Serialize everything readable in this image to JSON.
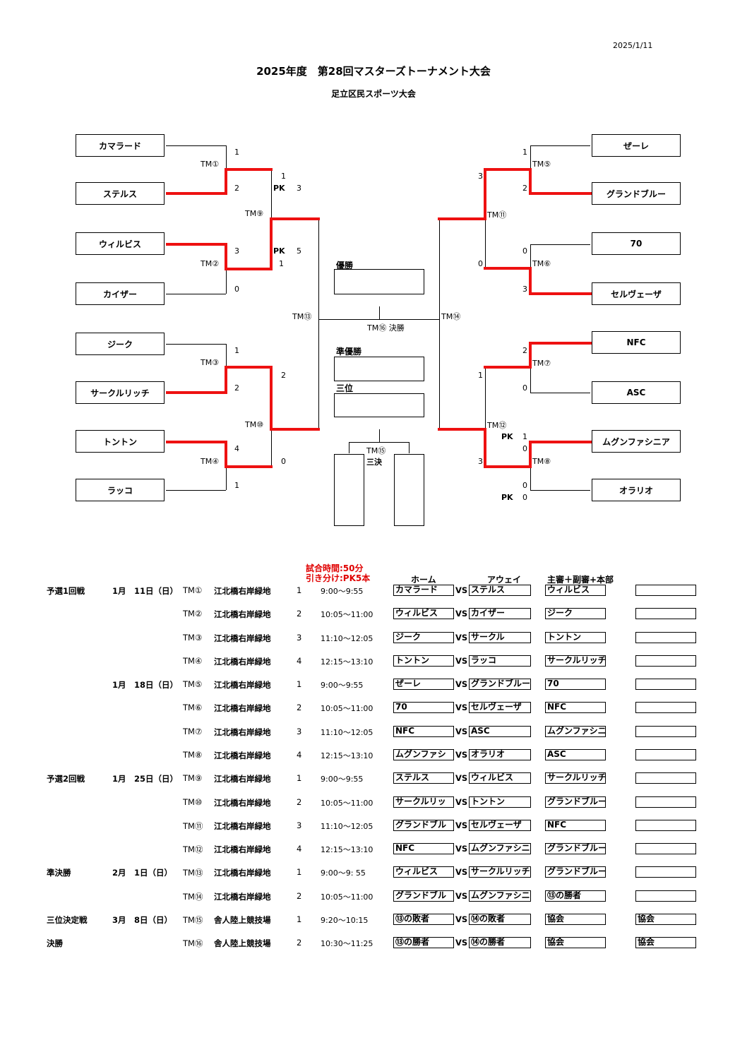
{
  "date": "2025/1/11",
  "title": "2025年度　第28回マスターズトーナメント大会",
  "subtitle": "足立区民スポーツ大会",
  "teams": {
    "t1": "カマラード",
    "t2": "ステルス",
    "t3": "ウィルビス",
    "t4": "カイザー",
    "t5": "ジーク",
    "t6": "サークルリッチ",
    "t7": "トントン",
    "t8": "ラッコ",
    "t9": "ぜーレ",
    "t10": "グランドブルー",
    "t11": "70",
    "t12": "セルヴェーザ",
    "t13": "NFC",
    "t14": "ASC",
    "t15": "ムグンファシニア",
    "t16": "オラリオ"
  },
  "matches": {
    "m1": "TM①",
    "m2": "TM②",
    "m3": "TM③",
    "m4": "TM④",
    "m5": "TM⑤",
    "m6": "TM⑥",
    "m7": "TM⑦",
    "m8": "TM⑧",
    "m9": "TM⑨",
    "m10": "TM⑩",
    "m11": "TM⑪",
    "m12": "TM⑫",
    "m13": "TM⑬",
    "m14": "TM⑭",
    "m16": "TM⑯ 決勝",
    "m15": "TM⑮",
    "m15b": "三決"
  },
  "scores": {
    "s1a": "1",
    "s1b": "2",
    "s2a": "3",
    "s2b": "0",
    "s3a": "1",
    "s3b": "2",
    "s4a": "4",
    "s4b": "1",
    "s9a": "1",
    "pk9a": "PK",
    "pk9av": "3",
    "pk9b": "PK",
    "pk9bv": "5",
    "s9b": "1",
    "s10a": "2",
    "s10b": "0",
    "s5a": "1",
    "s5b": "2",
    "s6a": "0",
    "s6b": "3",
    "s7a": "2",
    "s7b": "0",
    "s8pk": "PK",
    "s8pkv": "1",
    "s8a": "0",
    "s8b": "0",
    "s8pk2": "PK",
    "s8pk2v": "0",
    "s11a": "3",
    "s11b": "0",
    "s12a": "1",
    "s12b": "3"
  },
  "results": {
    "champion": "優勝",
    "runner_up": "準優勝",
    "third": "三位"
  },
  "schedule_note": {
    "line1": "試合時間:50分",
    "line2": "引き分け:PK5本"
  },
  "schedule_headers": {
    "home": "ホーム",
    "away": "アウェイ",
    "ref": "主審＋副審+本部"
  },
  "vs": "VS",
  "schedule": [
    {
      "round": "予選1回戦",
      "date": "1月　11日（日）",
      "match": "TM①",
      "venue": "江北橋右岸緑地",
      "court": "1",
      "time": "9:00～9:55",
      "home": "カマラード",
      "away": "ステルス",
      "ref": "ウィルビス",
      "extra": ""
    },
    {
      "round": "",
      "date": "",
      "match": "TM②",
      "venue": "江北橋右岸緑地",
      "court": "2",
      "time": "10:05～11:00",
      "home": "ウィルビス",
      "away": "カイザー",
      "ref": "ジーク",
      "extra": ""
    },
    {
      "round": "",
      "date": "",
      "match": "TM③",
      "venue": "江北橋右岸緑地",
      "court": "3",
      "time": "11:10～12:05",
      "home": "ジーク",
      "away": "サークル",
      "ref": "トントン",
      "extra": ""
    },
    {
      "round": "",
      "date": "",
      "match": "TM④",
      "venue": "江北橋右岸緑地",
      "court": "4",
      "time": "12:15～13:10",
      "home": "トントン",
      "away": "ラッコ",
      "ref": "サークルリッチ",
      "extra": ""
    },
    {
      "round": "",
      "date": "1月　18日（日）",
      "match": "TM⑤",
      "venue": "江北橋右岸緑地",
      "court": "1",
      "time": "9:00～9:55",
      "home": "ぜーレ",
      "away": "グランドブルー",
      "ref": "70",
      "extra": ""
    },
    {
      "round": "",
      "date": "",
      "match": "TM⑥",
      "venue": "江北橋右岸緑地",
      "court": "2",
      "time": "10:05～11:00",
      "home": "70",
      "away": "セルヴェーザ",
      "ref": "NFC",
      "extra": ""
    },
    {
      "round": "",
      "date": "",
      "match": "TM⑦",
      "venue": "江北橋右岸緑地",
      "court": "3",
      "time": "11:10～12:05",
      "home": "NFC",
      "away": "ASC",
      "ref": "ムグンファシニア",
      "extra": ""
    },
    {
      "round": "",
      "date": "",
      "match": "TM⑧",
      "venue": "江北橋右岸緑地",
      "court": "4",
      "time": "12:15～13:10",
      "home": "ムグンファシ",
      "away": "オラリオ",
      "ref": "ASC",
      "extra": ""
    },
    {
      "round": "予選2回戦",
      "date": "1月　25日（日）",
      "match": "TM⑨",
      "venue": "江北橋右岸緑地",
      "court": "1",
      "time": "9:00～9:55",
      "home": "ステルス",
      "away": "ウィルビス",
      "ref": "サークルリッチ",
      "extra": ""
    },
    {
      "round": "",
      "date": "",
      "match": "TM⑩",
      "venue": "江北橋右岸緑地",
      "court": "2",
      "time": "10:05～11:00",
      "home": "サークルリッ",
      "away": "トントン",
      "ref": "グランドブルー",
      "extra": ""
    },
    {
      "round": "",
      "date": "",
      "match": "TM⑪",
      "venue": "江北橋右岸緑地",
      "court": "3",
      "time": "11:10～12:05",
      "home": "グランドブル",
      "away": "セルヴェーザ",
      "ref": "NFC",
      "extra": ""
    },
    {
      "round": "",
      "date": "",
      "match": "TM⑫",
      "venue": "江北橋右岸緑地",
      "court": "4",
      "time": "12:15～13:10",
      "home": "NFC",
      "away": "ムグンファシニア",
      "ref": "グランドブルー",
      "extra": ""
    },
    {
      "round": "準決勝",
      "date": "2月　1日（日）",
      "match": "TM⑬",
      "venue": "江北橋右岸緑地",
      "court": "1",
      "time": "9:00～9: 55",
      "home": "ウィルビス",
      "away": "サークルリッチ",
      "ref": "グランドブルー",
      "extra": ""
    },
    {
      "round": "",
      "date": "",
      "match": "TM⑭",
      "venue": "江北橋右岸緑地",
      "court": "2",
      "time": "10:05～11:00",
      "home": "グランドブル",
      "away": "ムグンファシニア",
      "ref": "⑬の勝者",
      "extra": ""
    },
    {
      "round": "三位決定戦",
      "date": "3月　8日（日）",
      "match": "TM⑮",
      "venue": "舎人陸上競技場",
      "court": "1",
      "time": "9:20～10:15",
      "home": "⑬の敗者",
      "away": "⑭の敗者",
      "ref": "協会",
      "extra": "協会"
    },
    {
      "round": "決勝",
      "date": "",
      "match": "TM⑯",
      "venue": "舎人陸上競技場",
      "court": "2",
      "time": "10:30～11:25",
      "home": "⑬の勝者",
      "away": "⑭の勝者",
      "ref": "協会",
      "extra": "協会"
    }
  ]
}
